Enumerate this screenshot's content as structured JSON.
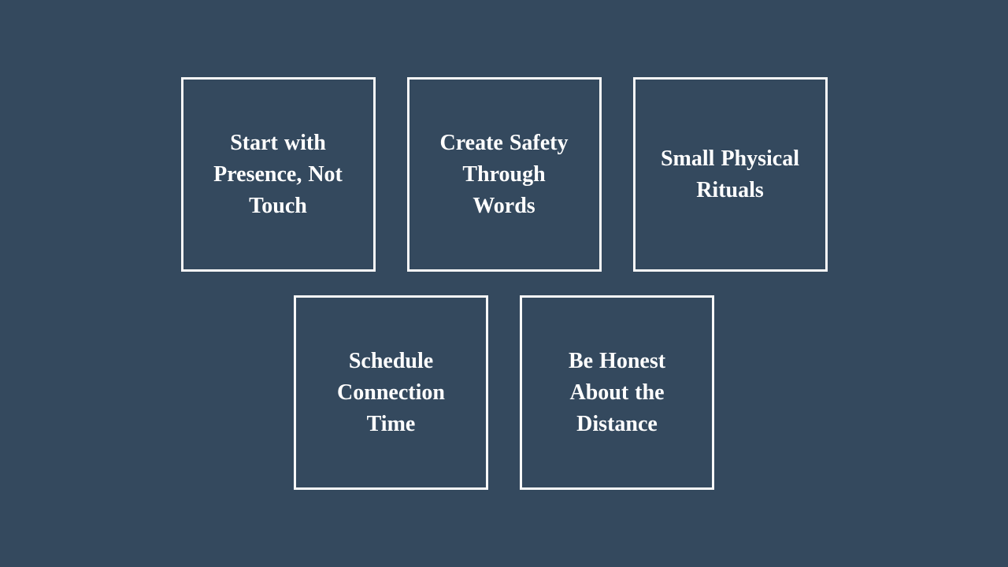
{
  "page": {
    "background_color": "#34495e",
    "card_border_color": "#f8f8f8",
    "text_color": "#ffffff"
  },
  "grid": {
    "rows": [
      {
        "cards": [
          {
            "label": "Start with Presence, Not Touch"
          },
          {
            "label": "Create Safety Through Words"
          },
          {
            "label": "Small Physical Rituals"
          }
        ]
      },
      {
        "cards": [
          {
            "label": "Schedule Connection Time"
          },
          {
            "label": "Be Honest About the Distance"
          }
        ]
      }
    ]
  }
}
